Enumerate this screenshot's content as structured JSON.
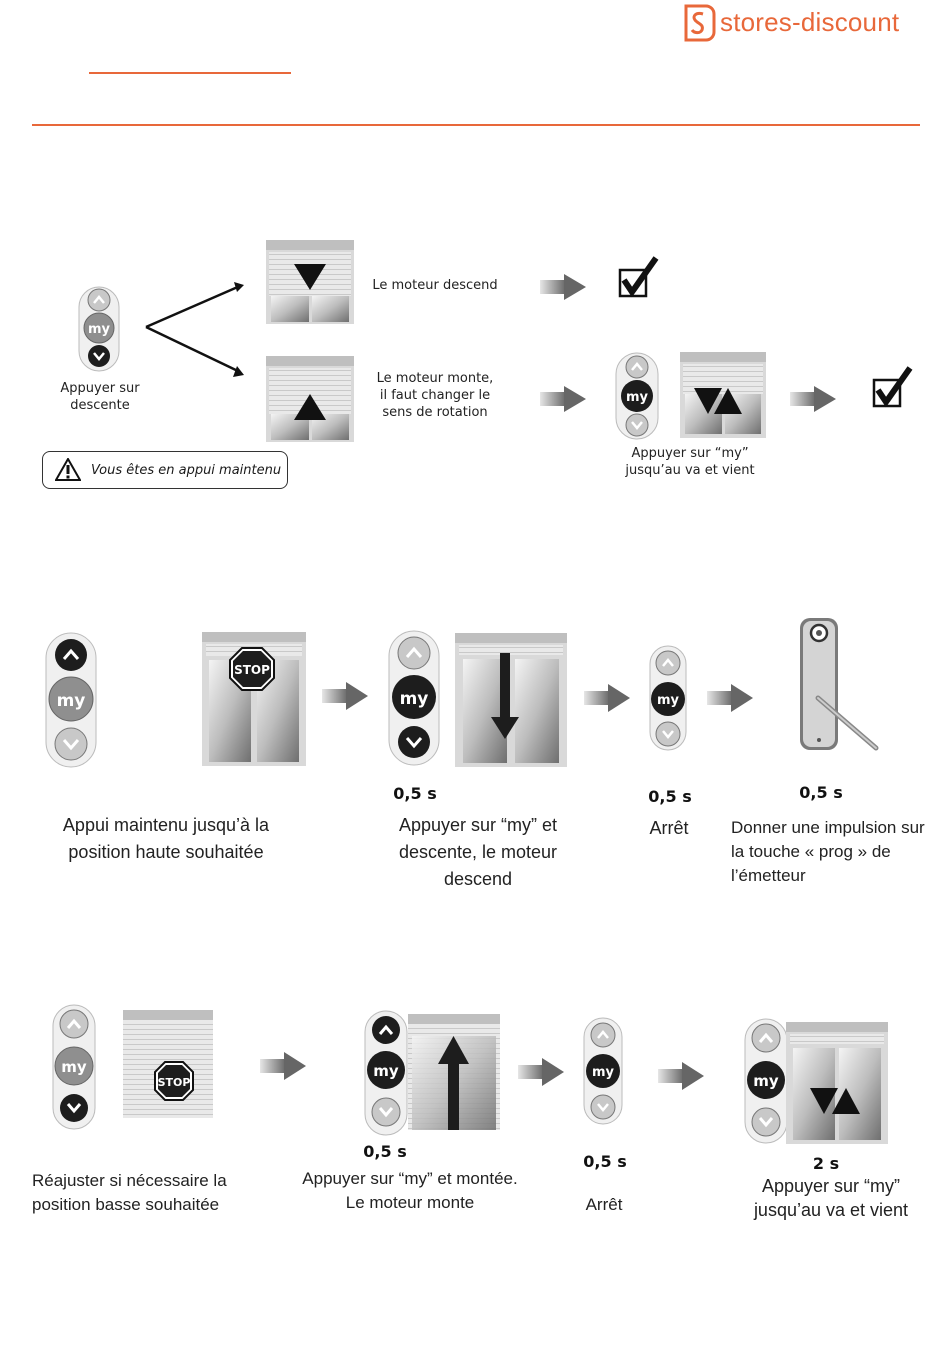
{
  "brand": {
    "name": "stores-discount",
    "color": "#e8683a"
  },
  "section1": {
    "press_label": "Appuyer sur\ndescente",
    "outcome_down": "Le moteur descend",
    "outcome_up": "Le moteur monte,\nil faut changer le\nsens de rotation",
    "press_my": "Appuyer sur “my”\njusqu’au va et vient",
    "warning": "Vous êtes en appui maintenu"
  },
  "section2": {
    "step1": "Appui maintenu jusqu’à la\nposition haute souhaitée",
    "step2_time": "0,5 s",
    "step2": "Appuyer sur “my” et\ndescente, le moteur\ndescend",
    "step3_time": "0,5 s",
    "step3": "Arrêt",
    "step4_time": "0,5 s",
    "step4": "Donner une impulsion sur\nla touche « prog » de\nl’émetteur"
  },
  "section3": {
    "step1": "Réajuster si nécessaire la\nposition basse souhaitée",
    "step2_time": "0,5 s",
    "step2": "Appuyer sur “my” et montée.\nLe moteur monte",
    "step3_time": "0,5 s",
    "step3": "Arrêt",
    "step4_time": "2 s",
    "step4": "Appuyer sur “my”\njusqu’au va et vient"
  },
  "remote": {
    "my_label": "my"
  },
  "stop_sign": {
    "label": "STOP"
  },
  "icons": [
    "up-chevron-icon",
    "down-chevron-icon",
    "check-icon",
    "warning-icon",
    "arrow-right-icon",
    "stop-sign-icon"
  ]
}
